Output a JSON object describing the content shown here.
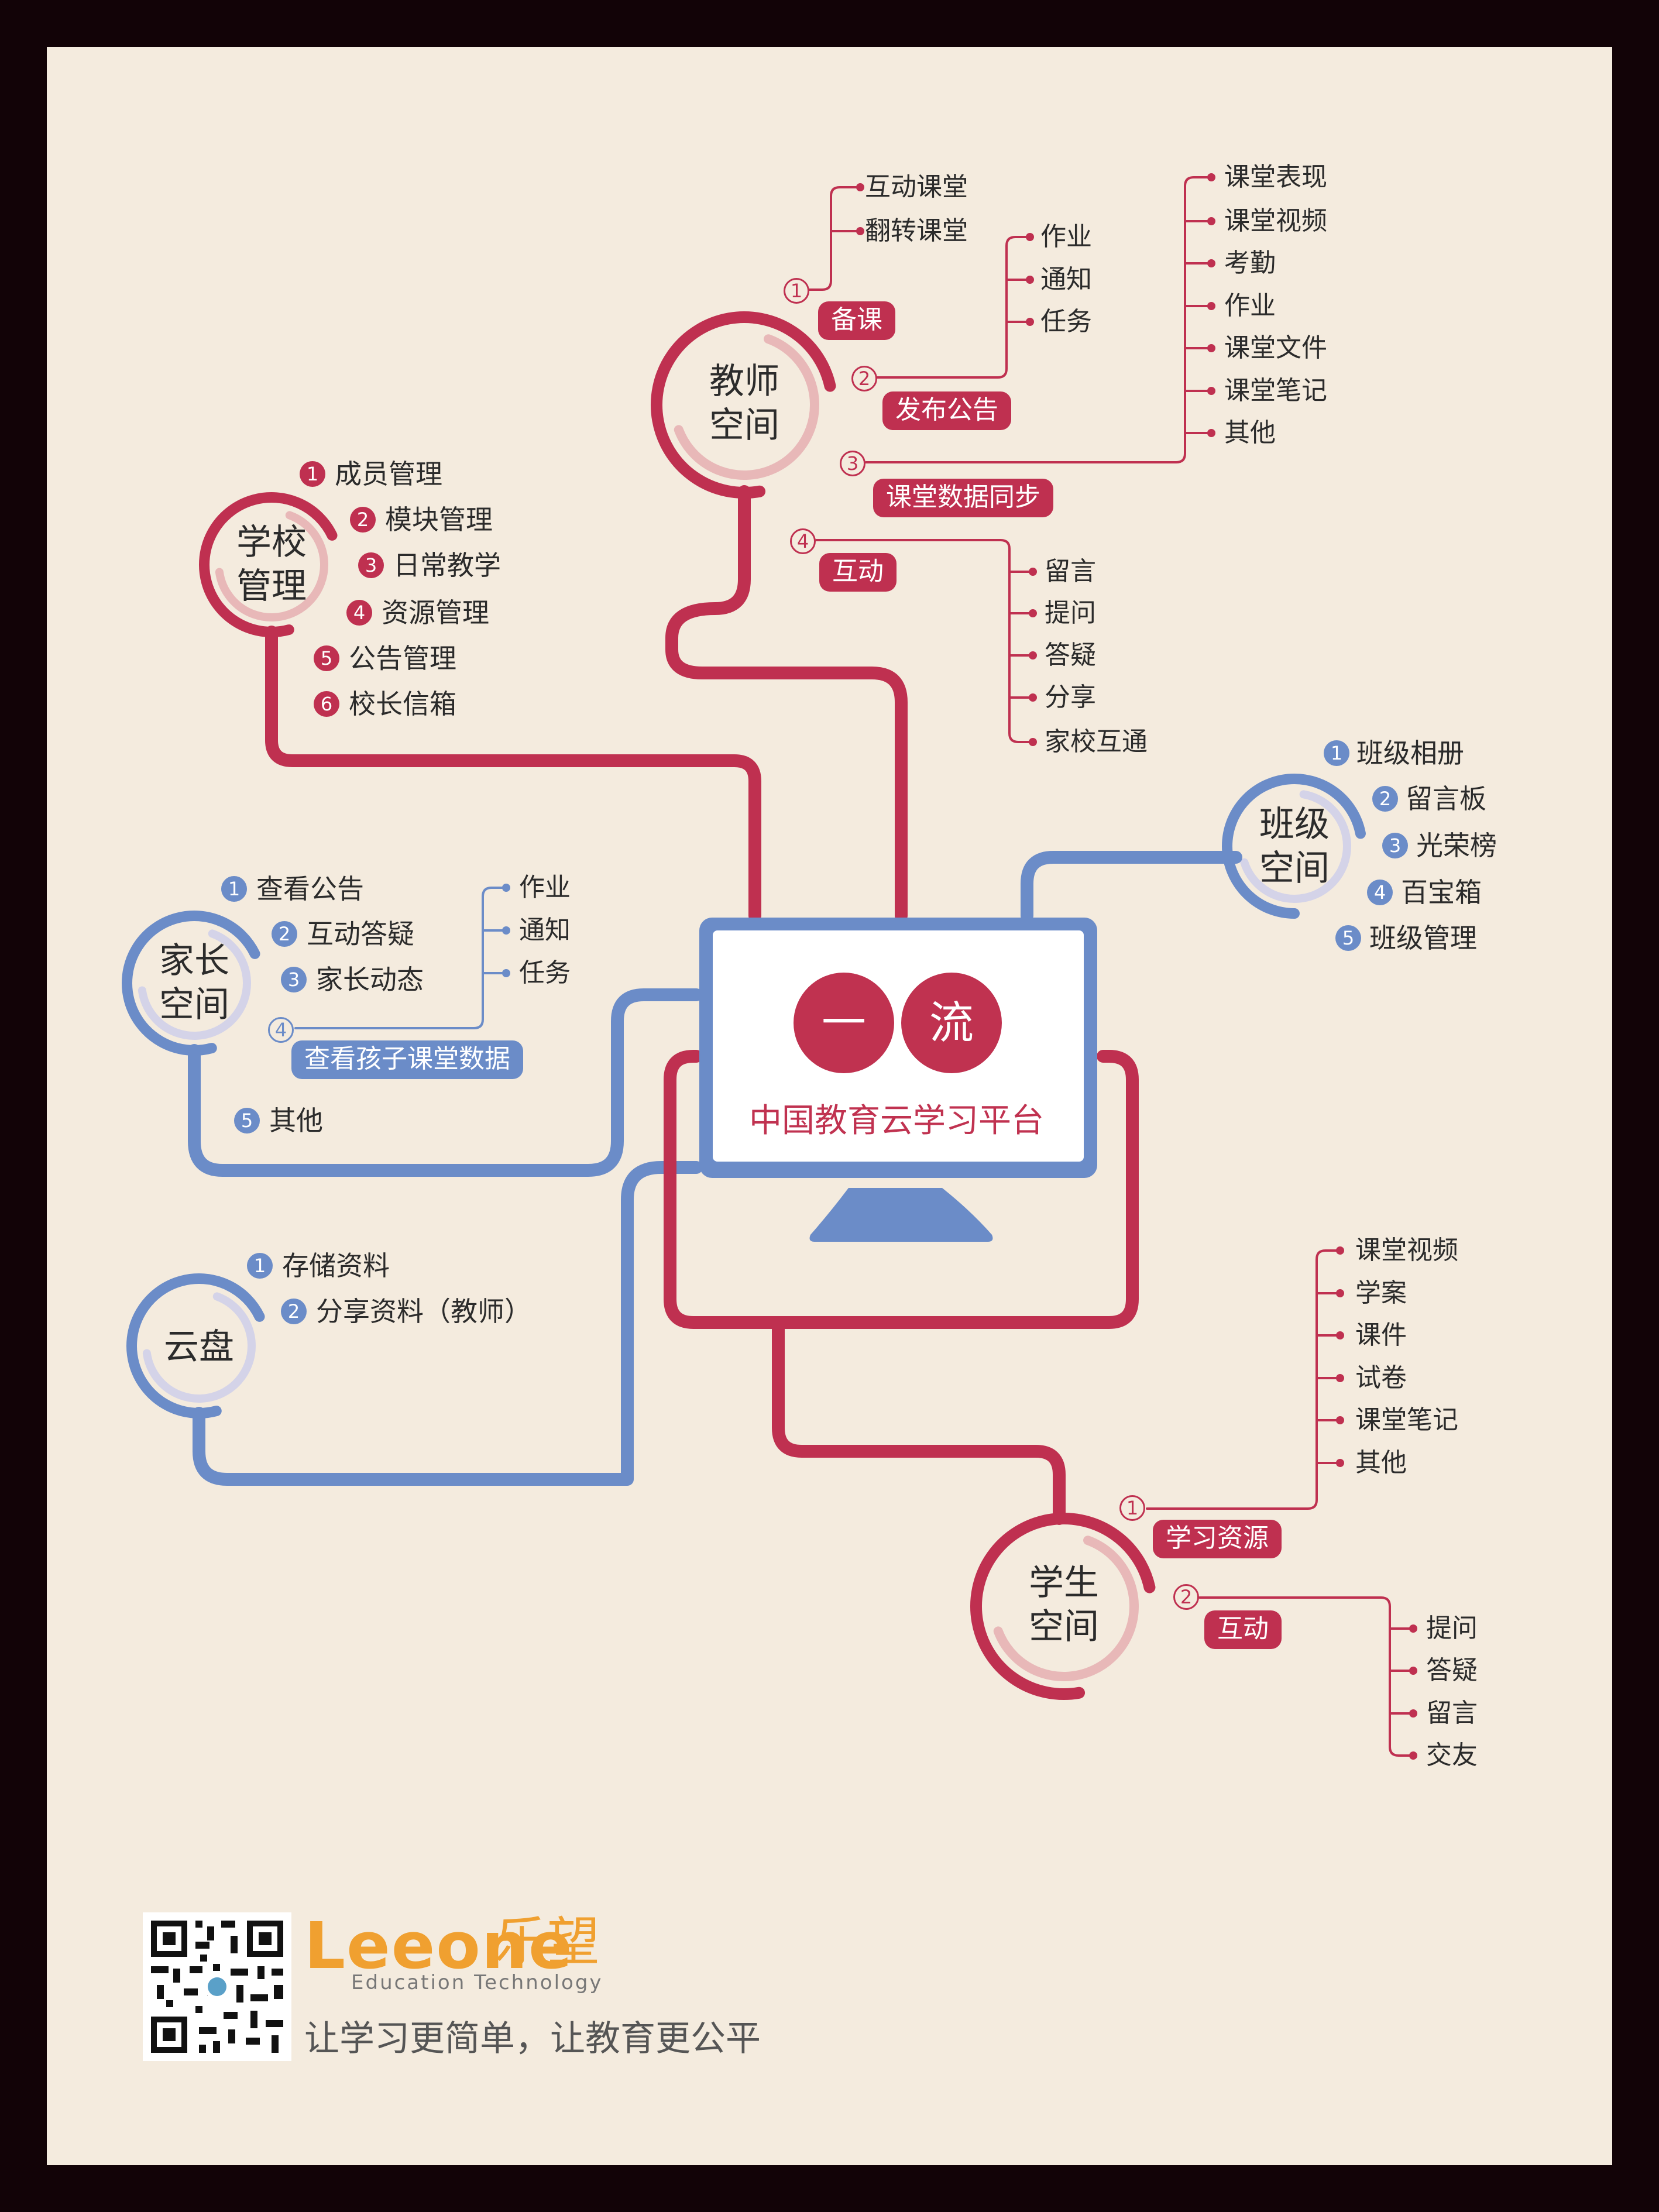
{
  "center": {
    "char1": "一",
    "char2": "流",
    "title": "中国教育云学习平台"
  },
  "teacher": {
    "hub": [
      "教师",
      "空间"
    ],
    "b1": {
      "num": "1",
      "label": "备课",
      "items": [
        "互动课堂",
        "翻转课堂"
      ]
    },
    "b2": {
      "num": "2",
      "label": "发布公告",
      "items": [
        "作业",
        "通知",
        "任务"
      ]
    },
    "b3": {
      "num": "3",
      "label": "课堂数据同步",
      "items": [
        "课堂表现",
        "课堂视频",
        "考勤",
        "作业",
        "课堂文件",
        "课堂笔记",
        "其他"
      ]
    },
    "b4": {
      "num": "4",
      "label": "互动",
      "items": [
        "留言",
        "提问",
        "答疑",
        "分享",
        "家校互通"
      ]
    }
  },
  "school": {
    "hub": [
      "学校",
      "管理"
    ],
    "items": [
      {
        "num": "1",
        "label": "成员管理"
      },
      {
        "num": "2",
        "label": "模块管理"
      },
      {
        "num": "3",
        "label": "日常教学"
      },
      {
        "num": "4",
        "label": "资源管理"
      },
      {
        "num": "5",
        "label": "公告管理"
      },
      {
        "num": "6",
        "label": "校长信箱"
      }
    ]
  },
  "class": {
    "hub": [
      "班级",
      "空间"
    ],
    "items": [
      {
        "num": "1",
        "label": "班级相册"
      },
      {
        "num": "2",
        "label": "留言板"
      },
      {
        "num": "3",
        "label": "光荣榜"
      },
      {
        "num": "4",
        "label": "百宝箱"
      },
      {
        "num": "5",
        "label": "班级管理"
      }
    ]
  },
  "parent": {
    "hub": [
      "家长",
      "空间"
    ],
    "items": [
      {
        "num": "1",
        "label": "查看公告"
      },
      {
        "num": "2",
        "label": "互动答疑"
      },
      {
        "num": "3",
        "label": "家长动态"
      }
    ],
    "b4": {
      "num": "4",
      "label": "查看孩子课堂数据",
      "items": [
        "作业",
        "通知",
        "任务"
      ]
    },
    "b5": {
      "num": "5",
      "label": "其他"
    }
  },
  "cloud": {
    "hub": "云盘",
    "items": [
      {
        "num": "1",
        "label": "存储资料"
      },
      {
        "num": "2",
        "label": "分享资料（教师）"
      }
    ]
  },
  "student": {
    "hub": [
      "学生",
      "空间"
    ],
    "b1": {
      "num": "1",
      "label": "学习资源",
      "items": [
        "课堂视频",
        "学案",
        "课件",
        "试卷",
        "课堂笔记",
        "其他"
      ]
    },
    "b2": {
      "num": "2",
      "label": "互动",
      "items": [
        "提问",
        "答疑",
        "留言",
        "交友"
      ]
    }
  },
  "footer": {
    "brand": "Leeone",
    "brand_cn": "乐望",
    "brand_sub": "Education Technology",
    "slogan": "让学习更简单，让教育更公平"
  },
  "colors": {
    "red": "#bf3050",
    "blue": "#6b8cc8",
    "background": "#f4ebde",
    "frame": "#120307"
  }
}
